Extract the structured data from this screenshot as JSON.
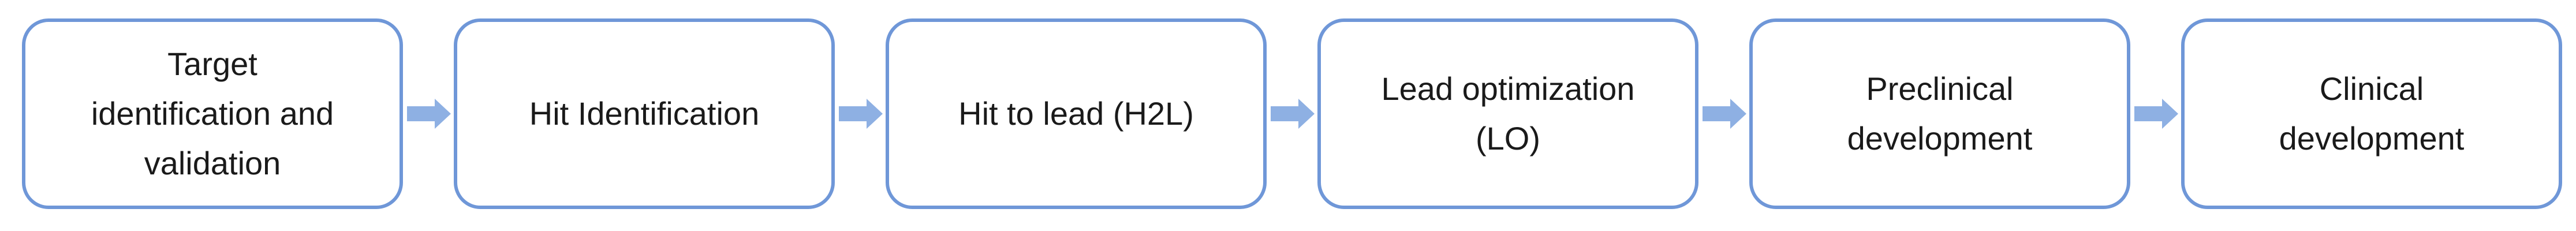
{
  "diagram": {
    "steps": [
      {
        "label": "Target\nidentification and\nvalidation"
      },
      {
        "label": "Hit Identification"
      },
      {
        "label": "Hit to lead (H2L)"
      },
      {
        "label": "Lead optimization\n(LO)"
      },
      {
        "label": "Preclinical\ndevelopment"
      },
      {
        "label": "Clinical\ndevelopment"
      }
    ],
    "colors": {
      "box_border": "#6f97d8",
      "arrow_fill": "#8eb0e3",
      "text": "#1a1a1a"
    },
    "connector_icon": "right-arrow-icon"
  }
}
